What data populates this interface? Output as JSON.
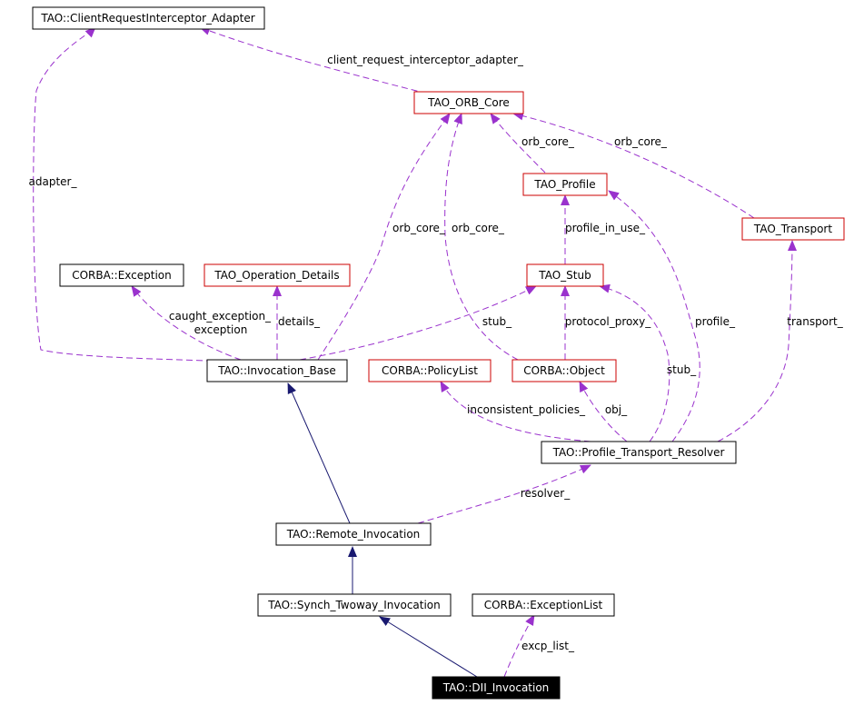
{
  "colors": {
    "usage_edge": "#9a32cd",
    "inherit_edge": "#191970",
    "node_border_default": "#000000",
    "node_border_red": "#cc0000",
    "highlight_fill": "#000000",
    "highlight_text": "#ffffff"
  },
  "nodes": {
    "client_adapter": {
      "label": "TAO::ClientRequestInterceptor_Adapter",
      "border": "black"
    },
    "orb_core": {
      "label": "TAO_ORB_Core",
      "border": "red"
    },
    "profile": {
      "label": "TAO_Profile",
      "border": "red"
    },
    "transport": {
      "label": "TAO_Transport",
      "border": "red"
    },
    "corba_exception": {
      "label": "CORBA::Exception",
      "border": "black"
    },
    "op_details": {
      "label": "TAO_Operation_Details",
      "border": "red"
    },
    "stub": {
      "label": "TAO_Stub",
      "border": "red"
    },
    "invocation_base": {
      "label": "TAO::Invocation_Base",
      "border": "black"
    },
    "policy_list": {
      "label": "CORBA::PolicyList",
      "border": "red"
    },
    "corba_object": {
      "label": "CORBA::Object",
      "border": "red"
    },
    "resolver": {
      "label": "TAO::Profile_Transport_Resolver",
      "border": "black"
    },
    "remote_invocation": {
      "label": "TAO::Remote_Invocation",
      "border": "black"
    },
    "synch_twoway": {
      "label": "TAO::Synch_Twoway_Invocation",
      "border": "black"
    },
    "exception_list": {
      "label": "CORBA::ExceptionList",
      "border": "black"
    },
    "dii_invocation": {
      "label": "TAO::DII_Invocation",
      "border": "highlight"
    }
  },
  "edge_labels": {
    "client_request_interceptor_adapter": "client_request_interceptor_adapter_",
    "adapter": "adapter_",
    "orb_core_profile": "orb_core_",
    "orb_core_transport": "orb_core_",
    "orb_core_base": "orb_core_",
    "orb_core_object": "orb_core_",
    "profile_in_use": "profile_in_use_",
    "caught_exception": "caught_exception_",
    "exception": "exception",
    "details": "details_",
    "stub_base": "stub_",
    "protocol_proxy": "protocol_proxy_",
    "profile_resolver": "profile_",
    "transport_resolver": "transport_",
    "stub_resolver": "stub_",
    "inconsistent_policies": "inconsistent_policies_",
    "obj": "obj_",
    "resolver": "resolver_",
    "excp_list": "excp_list_"
  }
}
